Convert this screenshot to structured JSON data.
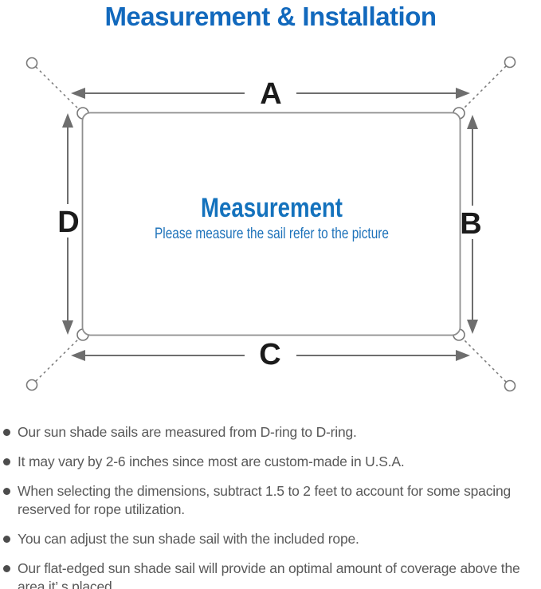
{
  "page": {
    "title": "Measurement & Installation"
  },
  "colors": {
    "title_blue": "#1269bd",
    "center_title_blue": "#1472bd",
    "center_subtitle_blue": "#1d72ba",
    "sail_outline_gray": "#8f8f8f",
    "arrow_gray": "#6e6e6e",
    "label_black": "#1b1b1b",
    "note_text_gray": "#595959"
  },
  "diagram": {
    "dimension_labels": {
      "top": "A",
      "right": "B",
      "bottom": "C",
      "left": "D"
    },
    "center_title": "Measurement",
    "center_subtitle": "Please measure the sail refer to the picture"
  },
  "icons": {
    "bullet": "filled-circle",
    "anchor_point": "open-circle",
    "d_ring": "open-ring",
    "rope": "dashed-line",
    "dimension": "double-headed-arrow"
  },
  "notes": [
    "Our sun shade sails are measured from D-ring to D-ring.",
    "It may vary by 2-6 inches since most are custom-made in U.S.A.",
    "When selecting the dimensions, subtract 1.5 to 2 feet to account for some spacing reserved for rope utilization.",
    "You can adjust the sun shade sail with the included rope.",
    "Our flat-edged sun shade sail will provide an optimal amount of coverage above the area it’ s placed."
  ]
}
